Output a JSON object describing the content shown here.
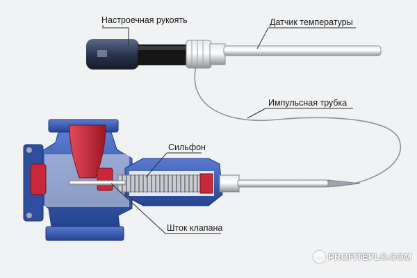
{
  "labels": {
    "handle": "Настроечная рукоять",
    "temp_sensor": "Датчик температуры",
    "impulse_tube": "Импульсная трубка",
    "bellows": "Сильфон",
    "valve_stem": "Шток клапана"
  },
  "watermark": "PROFITEPLO.COM",
  "colors": {
    "background": "#f1f2f4",
    "valve_body": "#3e5fb0",
    "valve_body_dark": "#233f85",
    "plug_red": "#c8283a",
    "steel": "#b8bcc2",
    "handle_dark": "#1f2633"
  }
}
